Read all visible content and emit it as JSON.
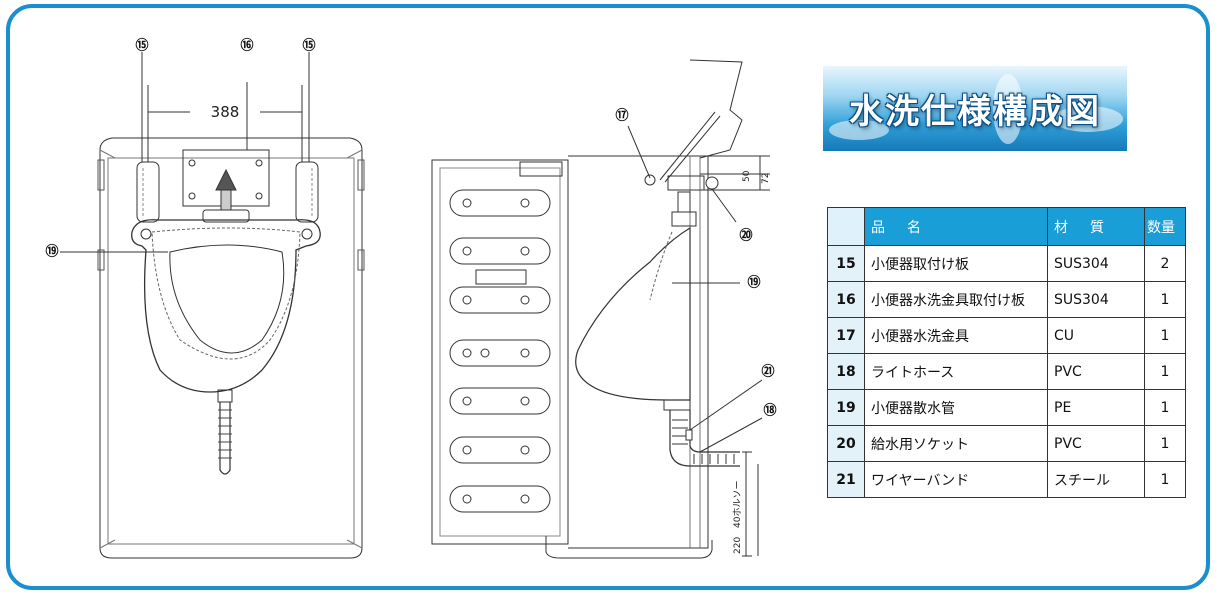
{
  "banner": {
    "title": "水洗仕様構成図"
  },
  "dimensions": {
    "front_width": "388",
    "side_top_a": "50",
    "side_top_b": "72",
    "side_hose": "40ホルソー",
    "side_bottom": "220"
  },
  "callouts": {
    "c15": "⑮",
    "c16": "⑯",
    "c17": "⑰",
    "c18": "⑱",
    "c19": "⑲",
    "c20": "⑳",
    "c21": "㉑"
  },
  "parts_table": {
    "headers": {
      "name": "品　名",
      "material": "材　質",
      "qty": "数量"
    },
    "rows": [
      {
        "no": "15",
        "name": "小便器取付け板",
        "material": "SUS304",
        "qty": "2"
      },
      {
        "no": "16",
        "name": "小便器水洗金具取付け板",
        "material": "SUS304",
        "qty": "1"
      },
      {
        "no": "17",
        "name": "小便器水洗金具",
        "material": "CU",
        "qty": "1"
      },
      {
        "no": "18",
        "name": "ライトホース",
        "material": "PVC",
        "qty": "1"
      },
      {
        "no": "19",
        "name": "小便器散水管",
        "material": "PE",
        "qty": "1"
      },
      {
        "no": "20",
        "name": "給水用ソケット",
        "material": "PVC",
        "qty": "1"
      },
      {
        "no": "21",
        "name": "ワイヤーバンド",
        "material": "スチール",
        "qty": "1"
      }
    ]
  },
  "colors": {
    "frame": "#1a8fd0",
    "header": "#1a9ed8",
    "number_cell": "#e3f1f9"
  }
}
